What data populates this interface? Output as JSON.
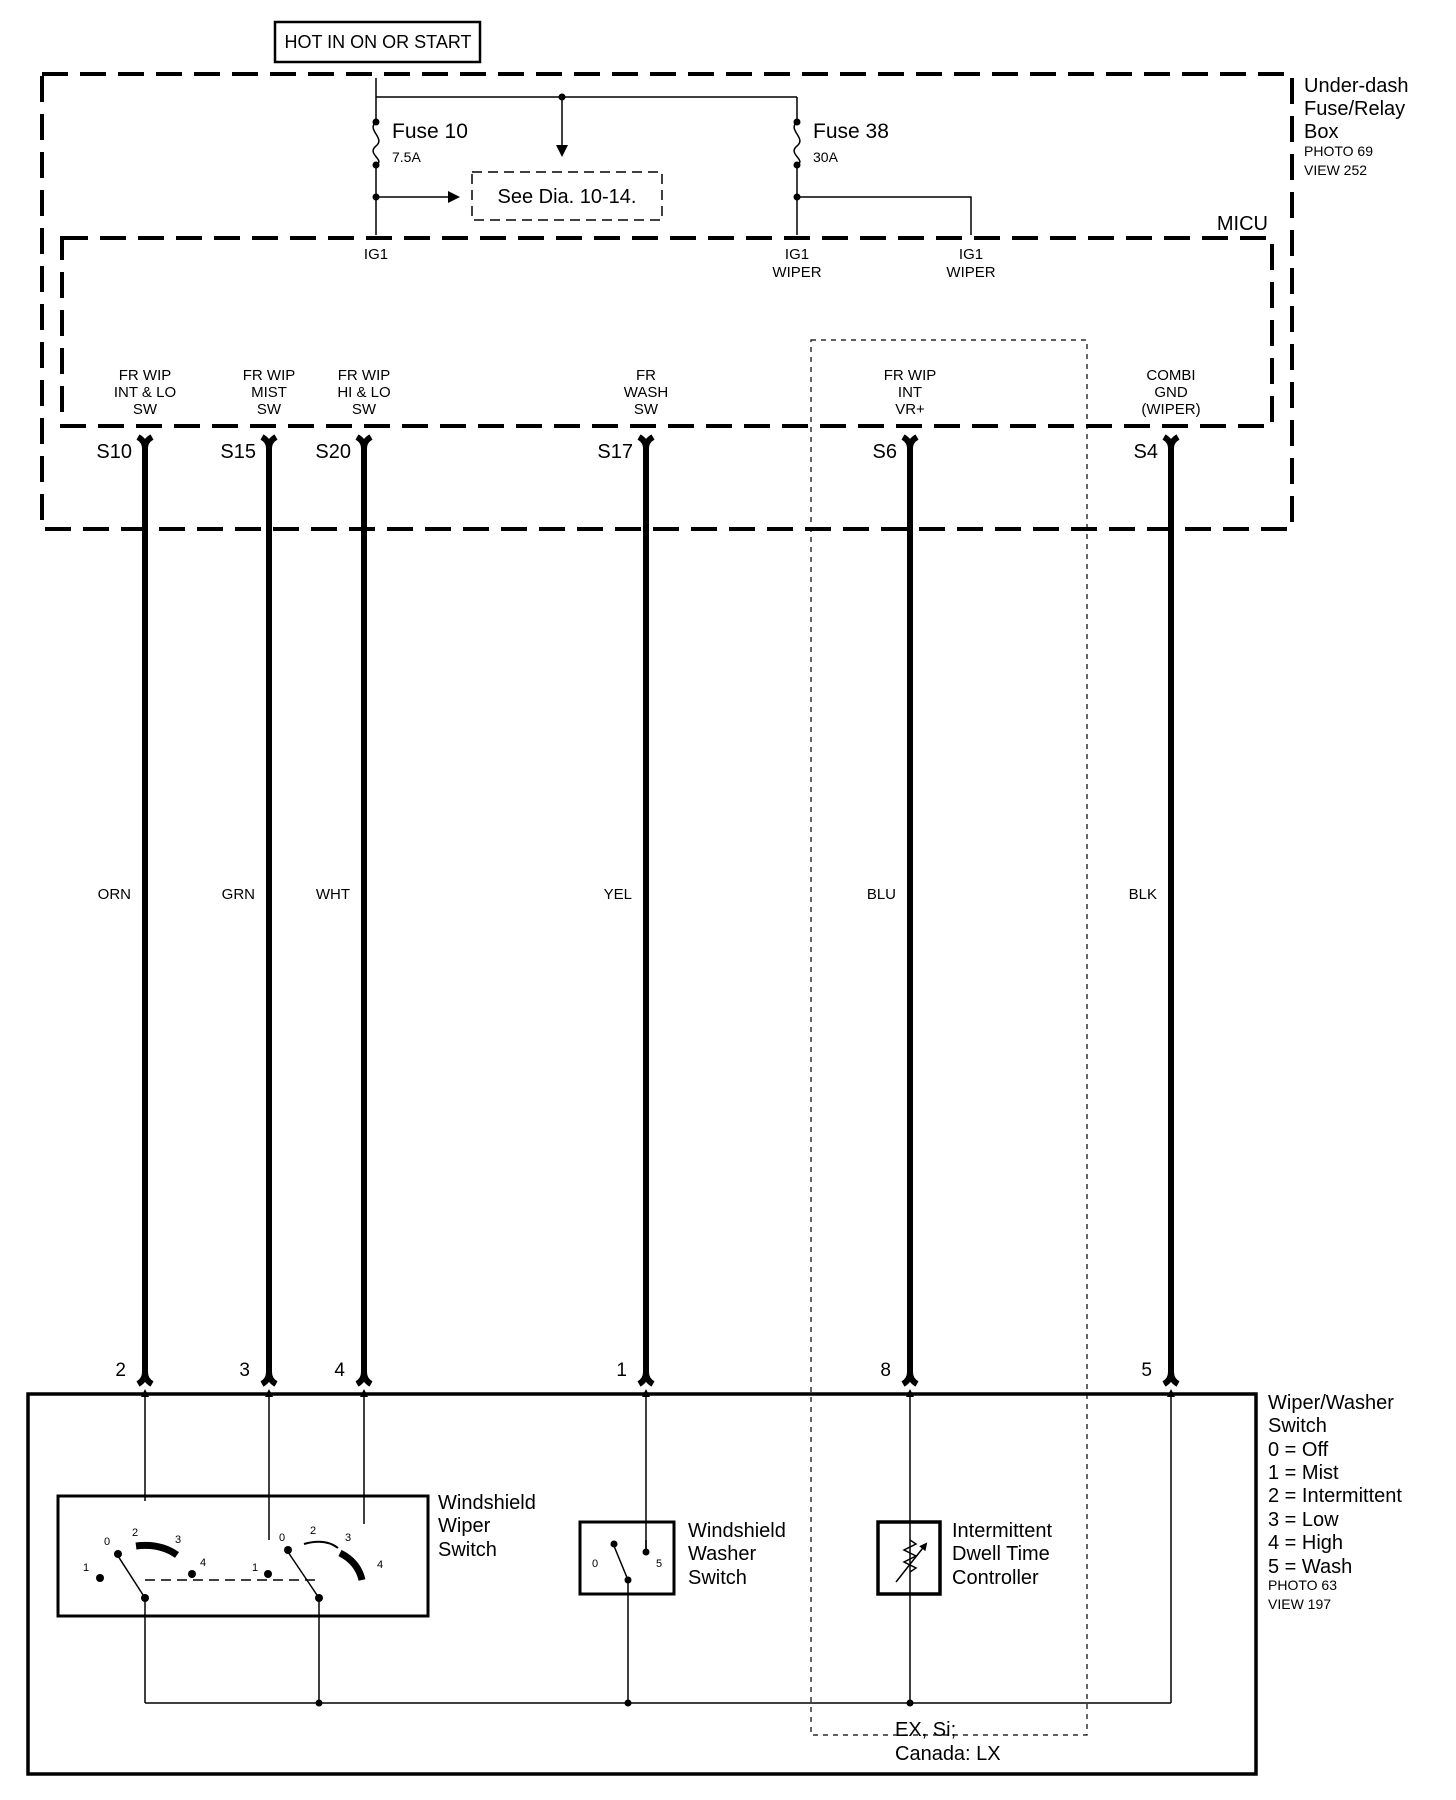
{
  "hot_label": "HOT IN ON OR START",
  "fuse_box": {
    "lines": [
      "Under-dash",
      "Fuse/Relay",
      "Box"
    ],
    "photo": "PHOTO 69",
    "view": "VIEW 252"
  },
  "fuses": [
    {
      "name": "Fuse 10",
      "rating": "7.5A"
    },
    {
      "name": "Fuse 38",
      "rating": "30A"
    }
  ],
  "see_dia": "See Dia. 10-14.",
  "micu": {
    "label": "MICU",
    "inputs": [
      {
        "lines": [
          "IG1"
        ]
      },
      {
        "lines": [
          "IG1",
          "WIPER"
        ]
      },
      {
        "lines": [
          "IG1",
          "WIPER"
        ]
      }
    ]
  },
  "terminals": [
    {
      "pin_lines": [
        "FR WIP",
        "INT & LO",
        "SW"
      ],
      "term": "S10",
      "wire": "ORN",
      "cavity": "2"
    },
    {
      "pin_lines": [
        "FR WIP",
        "MIST",
        "SW"
      ],
      "term": "S15",
      "wire": "GRN",
      "cavity": "3"
    },
    {
      "pin_lines": [
        "FR WIP",
        "HI & LO",
        "SW"
      ],
      "term": "S20",
      "wire": "WHT",
      "cavity": "4"
    },
    {
      "pin_lines": [
        "FR",
        "WASH",
        "SW"
      ],
      "term": "S17",
      "wire": "YEL",
      "cavity": "1"
    },
    {
      "pin_lines": [
        "FR WIP",
        "INT",
        "VR+"
      ],
      "term": "S6",
      "wire": "BLU",
      "cavity": "8"
    },
    {
      "pin_lines": [
        "COMBI",
        "GND",
        "(WIPER)"
      ],
      "term": "S4",
      "wire": "BLK",
      "cavity": "5"
    }
  ],
  "switch_assembly": {
    "lines": [
      "Wiper/Washer",
      "Switch",
      "0 = Off",
      "1 = Mist",
      "2 = Intermittent",
      "3 = Low",
      "4 = High",
      "5 = Wash"
    ],
    "photo": "PHOTO 63",
    "view": "VIEW 197"
  },
  "components": {
    "wiper_switch": {
      "lines": [
        "Windshield",
        "Wiper",
        "Switch"
      ],
      "positions": [
        "0",
        "1",
        "2",
        "3",
        "4"
      ]
    },
    "washer_switch": {
      "lines": [
        "Windshield",
        "Washer",
        "Switch"
      ],
      "positions": [
        "0",
        "5"
      ]
    },
    "dwell_controller": {
      "lines": [
        "Intermittent",
        "Dwell Time",
        "Controller"
      ]
    }
  },
  "variant_note": [
    "EX, Si;",
    "Canada: LX"
  ]
}
